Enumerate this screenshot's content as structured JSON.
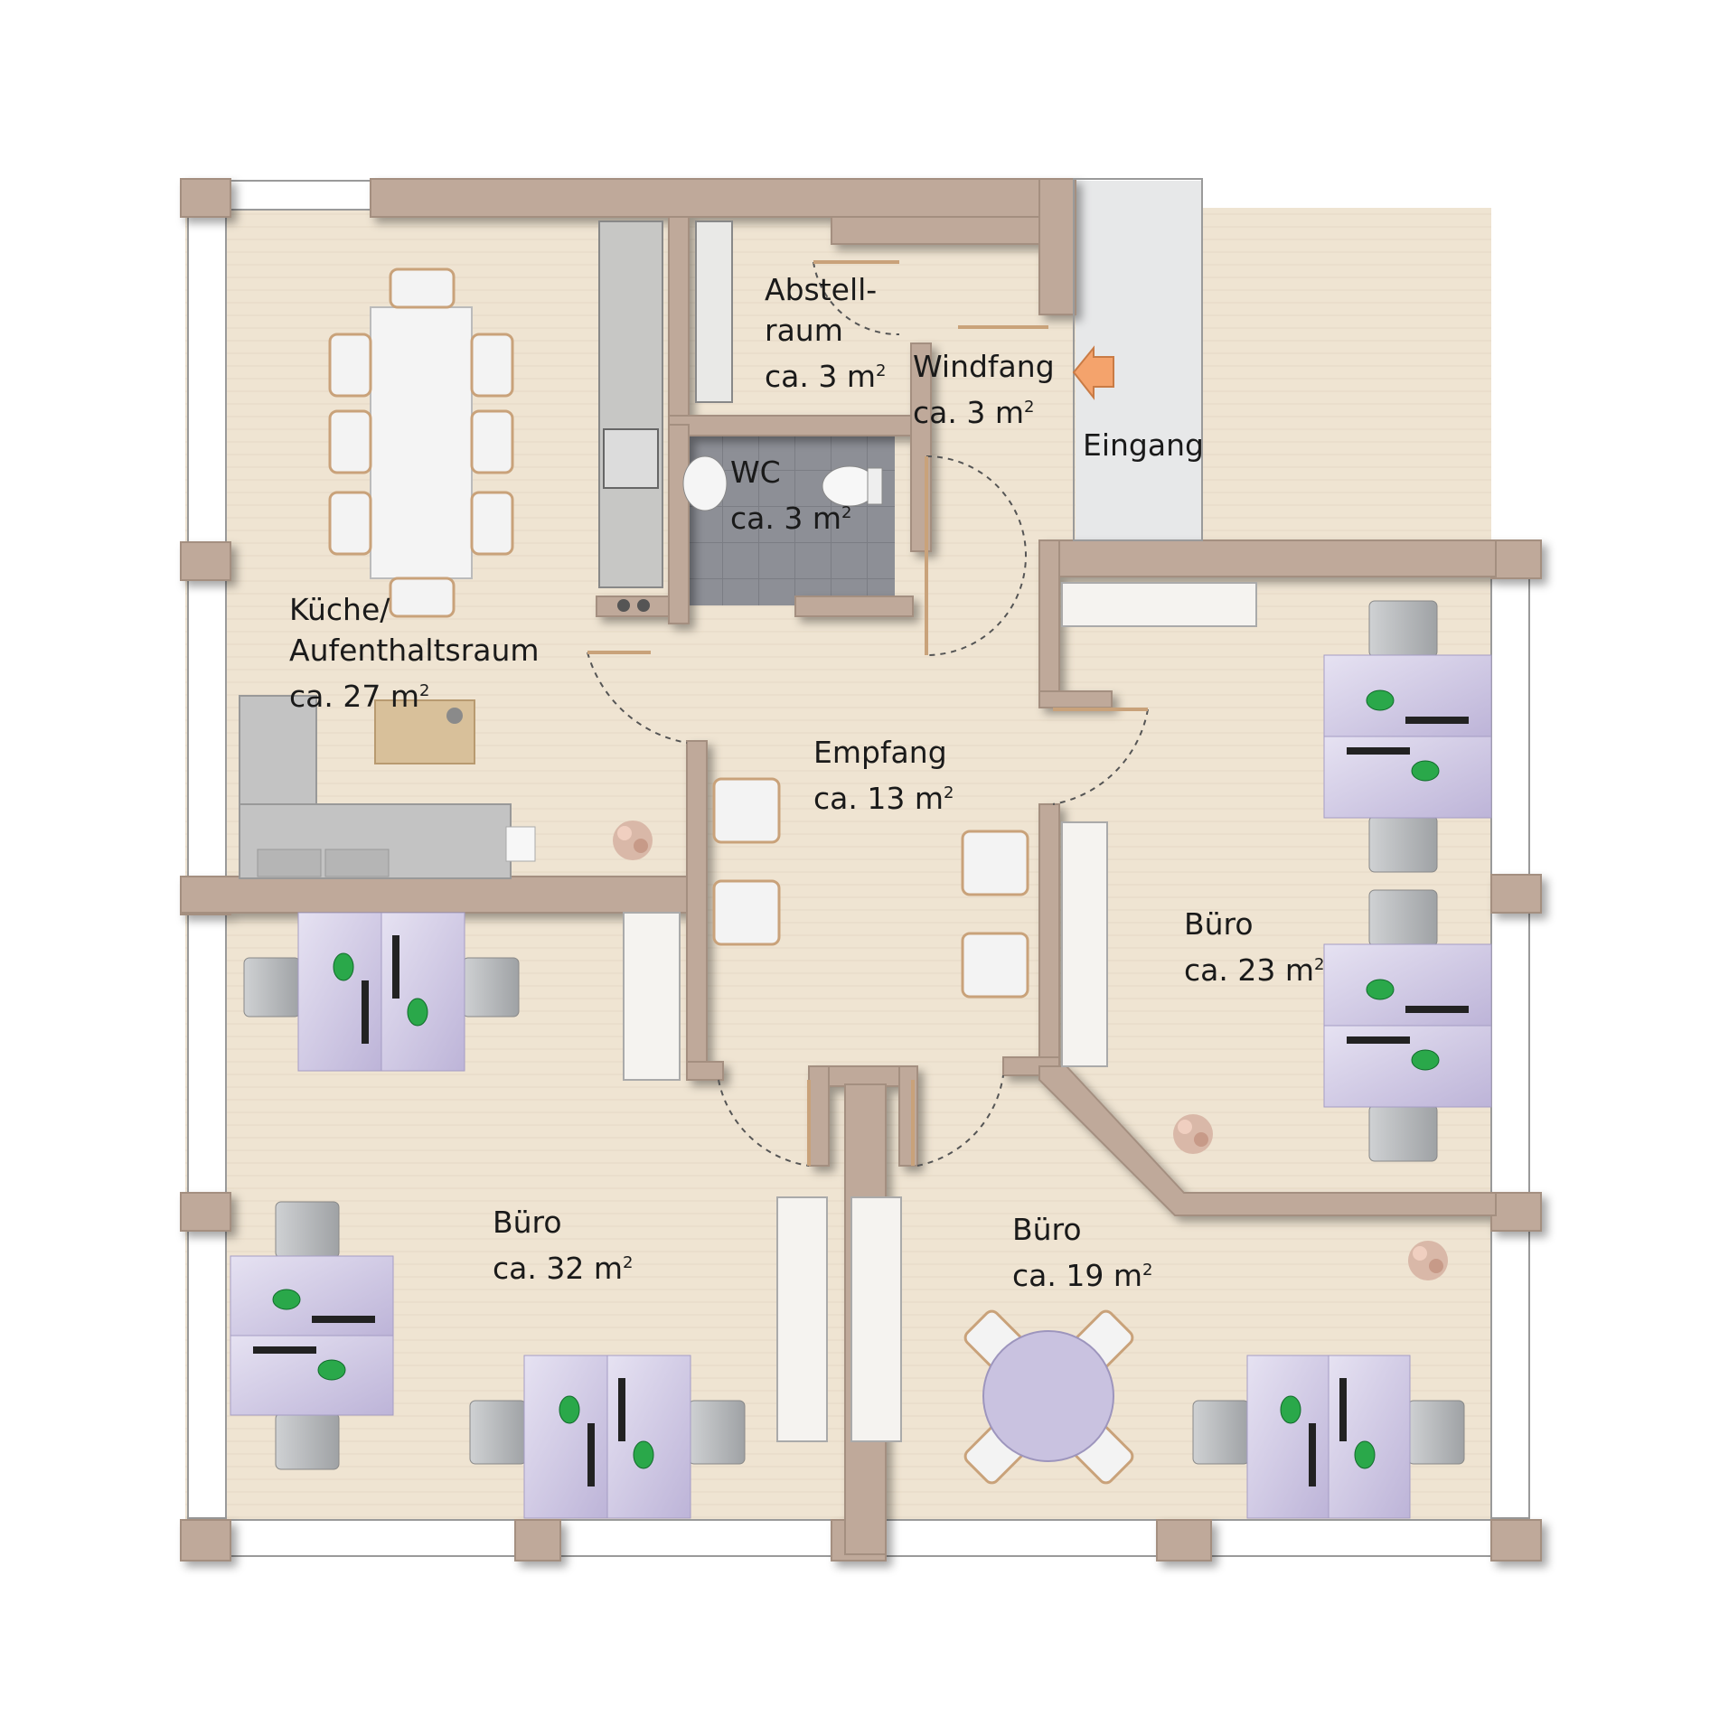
{
  "colors": {
    "wall": "#bfa99a",
    "floor": "#efe4d2",
    "wc_floor": "#8b8d94",
    "entrance_paving": "#e7e8e9",
    "desk": "#c9c2e0",
    "chair": "#b9bbbd",
    "table": "#f2f2f2",
    "arrow": "#f4a36c",
    "lamp": "#2aa84a"
  },
  "rooms": [
    {
      "id": "kitchen",
      "lines": [
        "Küche/",
        "Aufenthaltsraum",
        "ca. 27 m"
      ]
    },
    {
      "id": "storage",
      "lines": [
        "Abstell-",
        "raum",
        "ca. 3 m"
      ]
    },
    {
      "id": "windfang",
      "lines": [
        "Windfang",
        "ca. 3 m"
      ]
    },
    {
      "id": "wc",
      "lines": [
        "WC",
        "ca. 3 m"
      ]
    },
    {
      "id": "entrance",
      "lines": [
        "Eingang"
      ]
    },
    {
      "id": "reception",
      "lines": [
        "Empfang",
        "ca. 13 m"
      ]
    },
    {
      "id": "office23",
      "lines": [
        "Büro",
        "ca. 23 m"
      ]
    },
    {
      "id": "office32",
      "lines": [
        "Büro",
        "ca. 32 m"
      ]
    },
    {
      "id": "office19",
      "lines": [
        "Büro",
        "ca. 19 m"
      ]
    }
  ],
  "area_unit_exponent": "2",
  "icons": [
    "entrance-arrow-icon",
    "plant-icon",
    "toilet-icon",
    "sink-icon",
    "desk-lamp-icon"
  ]
}
